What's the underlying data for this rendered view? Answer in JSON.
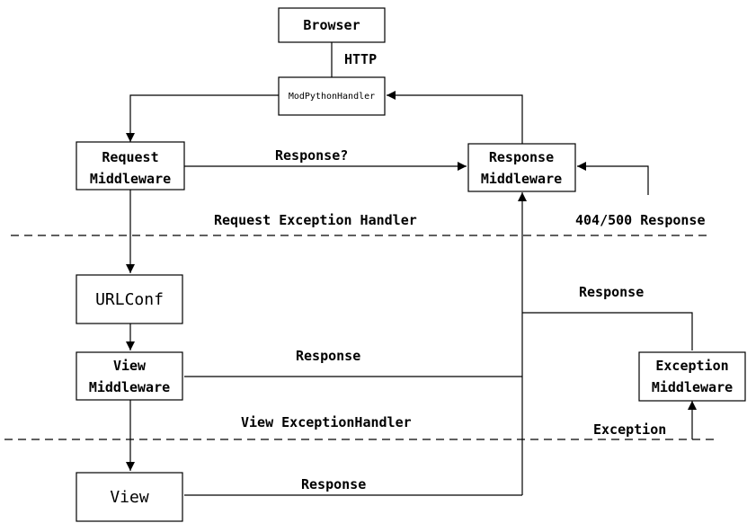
{
  "nodes": {
    "browser": "Browser",
    "handler": "ModPythonHandler",
    "request_mw": [
      "Request",
      "Middleware"
    ],
    "response_mw": [
      "Response",
      "Middleware"
    ],
    "urlconf": "URLConf",
    "view_mw": [
      "View",
      "Middleware"
    ],
    "view": "View",
    "exception_mw": [
      "Exception",
      "Middleware"
    ]
  },
  "edges": {
    "http": "HTTP",
    "response_q": "Response?",
    "resp_404_500": "404/500 Response",
    "resp_right": "Response",
    "resp_view_mw": "Response",
    "resp_view": "Response",
    "exception": "Exception"
  },
  "separators": {
    "request_exception": "Request Exception Handler",
    "view_exception": "View ExceptionHandler"
  }
}
